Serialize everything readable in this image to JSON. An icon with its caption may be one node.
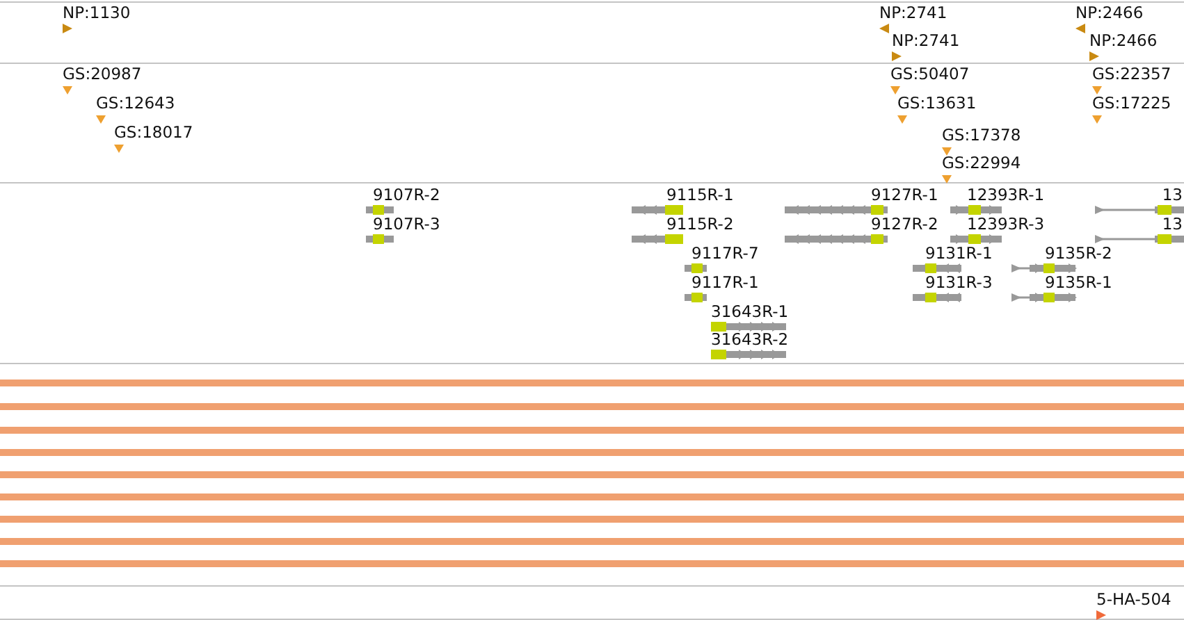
{
  "diagram": {
    "labels": [
      "NP:1130",
      "NP:2741",
      "NP:2466",
      "NP:2741",
      "NP:2466",
      "GS:20987",
      "GS:50407",
      "GS:22357",
      "GS:12643",
      "GS:13631",
      "GS:17225",
      "GS:18017",
      "GS:17378",
      "GS:22994",
      "9107R-2",
      "9115R-1",
      "9127R-1",
      "12393R-1",
      "13",
      "9107R-3",
      "9115R-2",
      "9127R-2",
      "12393R-3",
      "13",
      "9117R-7",
      "9131R-1",
      "9135R-2",
      "9117R-1",
      "9131R-3",
      "9135R-1",
      "31643R-1",
      "31643R-2",
      "5-HA-504"
    ]
  }
}
